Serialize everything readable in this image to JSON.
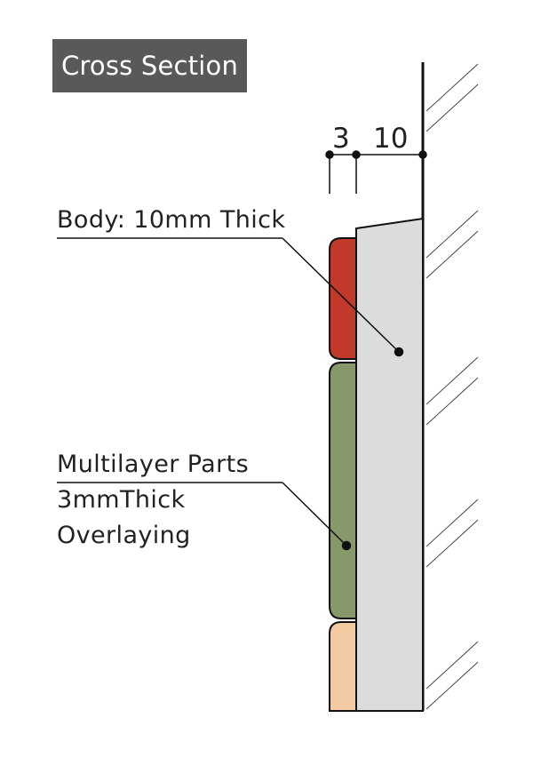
{
  "title": "Cross Section",
  "dimensions": {
    "overlay_thickness": "3",
    "body_thickness": "10"
  },
  "labels": {
    "body": "Body: 10mm Thick",
    "parts_line1": "Multilayer Parts",
    "parts_line2": "3mmThick",
    "parts_line3": "Overlaying"
  },
  "colors": {
    "title_bg": "#595959",
    "body_fill": "#dcdcdc",
    "top_part": "#c0392b",
    "middle_part": "#87996b",
    "bottom_part": "#f2c9a0",
    "stroke": "#111111"
  }
}
